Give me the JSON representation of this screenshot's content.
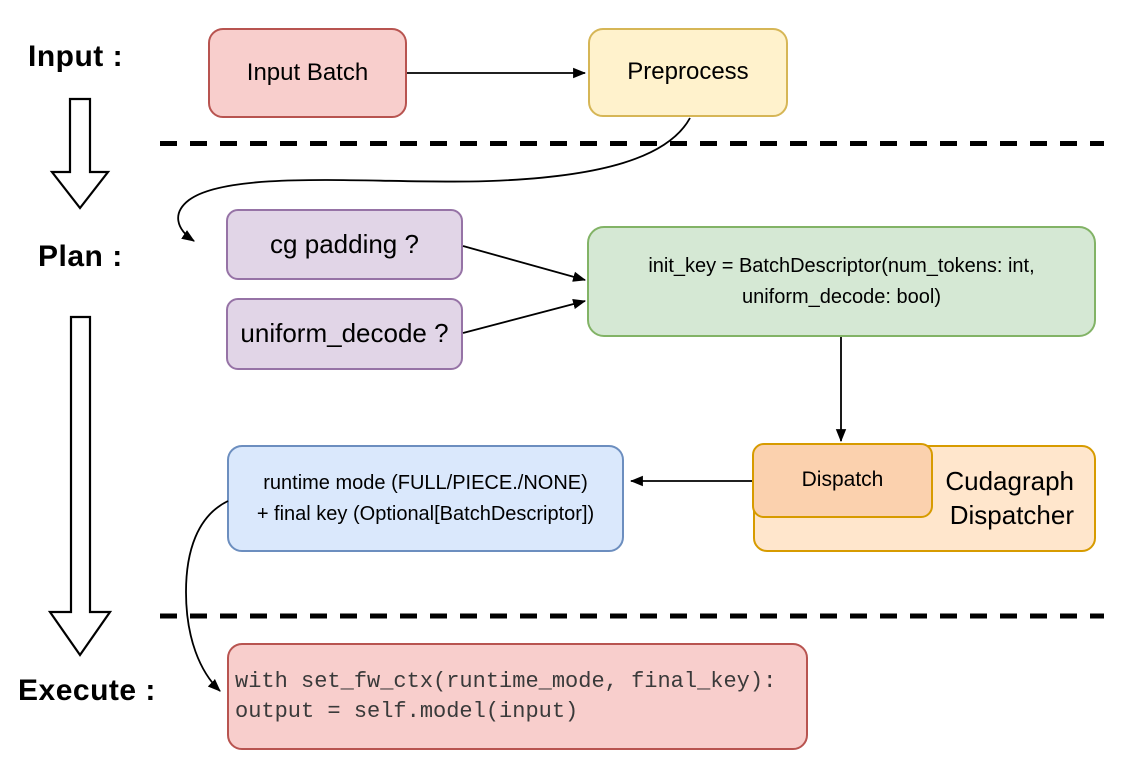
{
  "stages": {
    "input_label": "Input :",
    "plan_label": "Plan :",
    "execute_label": "Execute :"
  },
  "nodes": {
    "input_batch": {
      "label": "Input Batch",
      "fill": "#f8cecc",
      "stroke": "#b85450"
    },
    "preprocess": {
      "label": "Preprocess",
      "fill": "#fff2cc",
      "stroke": "#d6b656"
    },
    "cg_padding": {
      "label": "cg padding ?",
      "fill": "#e1d5e7",
      "stroke": "#9673a6"
    },
    "uniform_decode": {
      "label": "uniform_decode ?",
      "fill": "#e1d5e7",
      "stroke": "#9673a6"
    },
    "init_key": {
      "line1": "init_key = BatchDescriptor(num_tokens: int,",
      "line2": "uniform_decode: bool)",
      "fill": "#d5e8d4",
      "stroke": "#82b366"
    },
    "dispatch": {
      "label": "Dispatch",
      "fill": "#fbd1ae",
      "stroke": "#d79b00"
    },
    "cudagraph_dispatcher": {
      "line1": "Cudagraph",
      "line2": "Dispatcher",
      "fill": "#ffe6cc",
      "stroke": "#d79b00"
    },
    "runtime_result": {
      "line1": "runtime mode (FULL/PIECE./NONE)",
      "line2": "+ final key (Optional[BatchDescriptor])",
      "fill": "#dae8fc",
      "stroke": "#6c8ebf"
    },
    "execute_code": {
      "line1": "with set_fw_ctx(runtime_mode, final_key):",
      "line2": "    output = self.model(input)",
      "fill": "#f8cecc",
      "stroke": "#b85450"
    }
  },
  "connector_color": "#000000",
  "divider_color": "#000000"
}
